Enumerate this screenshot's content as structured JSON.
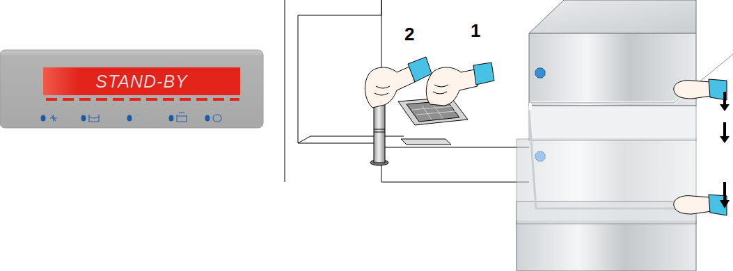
{
  "diagram": {
    "nodes": [
      {
        "text": [
          "STAND-BY"
        ]
      }
    ],
    "labels": [
      "2",
      "1"
    ]
  }
}
